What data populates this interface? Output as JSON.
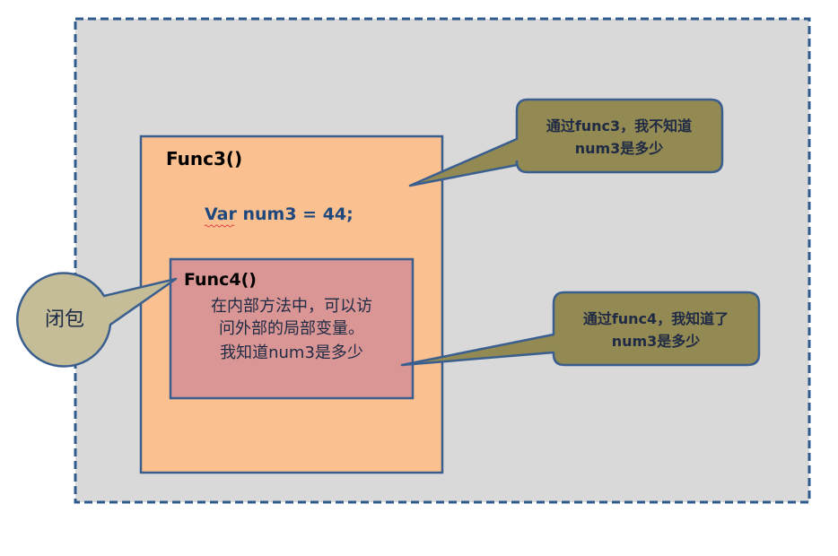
{
  "colors": {
    "outer_fill": "#d9d9d9",
    "outer_border": "#2f5a8c",
    "func3_fill": "#fac090",
    "func4_fill": "#d99694",
    "stroke": "#3a5f8f",
    "callout_fill": "#938953",
    "closure_fill": "#c4bd97",
    "code_text": "#1f497d",
    "dark_text": "#000000",
    "callout_text": "#1f2a44"
  },
  "func3": {
    "title": "Func3()",
    "code": "Var num3 = 44;"
  },
  "func4": {
    "title": "Func4()",
    "lines": [
      "在内部方法中，可以访",
      "问外部的局部变量。",
      "我知道num3是多少"
    ]
  },
  "closure_callout": {
    "label": "闭包"
  },
  "callout_func3": {
    "lines": [
      "通过func3，我不知道",
      "num3是多少"
    ]
  },
  "callout_func4": {
    "lines": [
      "通过func4，我知道了",
      "num3是多少"
    ]
  }
}
